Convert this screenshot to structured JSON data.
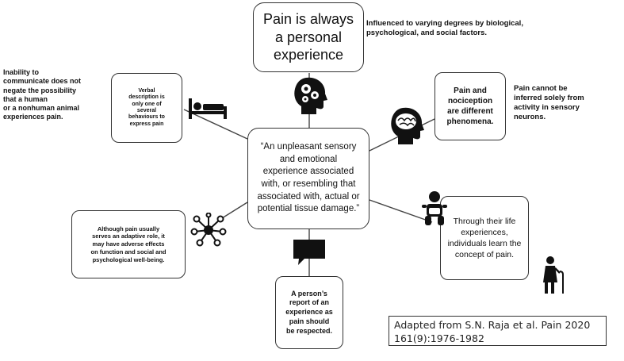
{
  "title_box": "Pain is always\na personal\nexperience",
  "title_note": "Influenced to varying degrees by biological,\npsychological, and social factors.",
  "center_box": "“An unpleasant sensory\nand emotional\nexperience associated\nwith, or resembling that\nassociated with, actual or\npotential tissue damage.”",
  "verbal_box": "Verbal\ndescription is\nonly one of\nseveral\nbehaviours to\nexpress pain",
  "verbal_note": "Inability to\ncommunicate does not\nnegate the possibility\nthat a human\n or a nonhuman animal\nexperiences pain.",
  "nociception_box": "Pain and\nnociception\nare different\nphenomena.",
  "nociception_note": "Pain cannot be\ninferred solely from\nactivity in sensory\nneurons.",
  "adaptive_box": "Although pain usually\nserves an adaptive role, it\nmay have adverse effects\non function and social and\npsychological well-being.",
  "report_box": "A person’s\nreport of an\nexperience as\npain should\nbe respected.",
  "life_box": "Through their life\nexperiences,\nindividuals learn the\nconcept of pain.",
  "citation": "Adapted from S.N. Raja et al. Pain 2020\n161(9):1976-1982",
  "icons": [
    "head-gears-icon",
    "head-brain-icon",
    "bed-icon",
    "network-icon",
    "speech-bubble-icon",
    "baby-icon",
    "elderly-person-icon"
  ]
}
